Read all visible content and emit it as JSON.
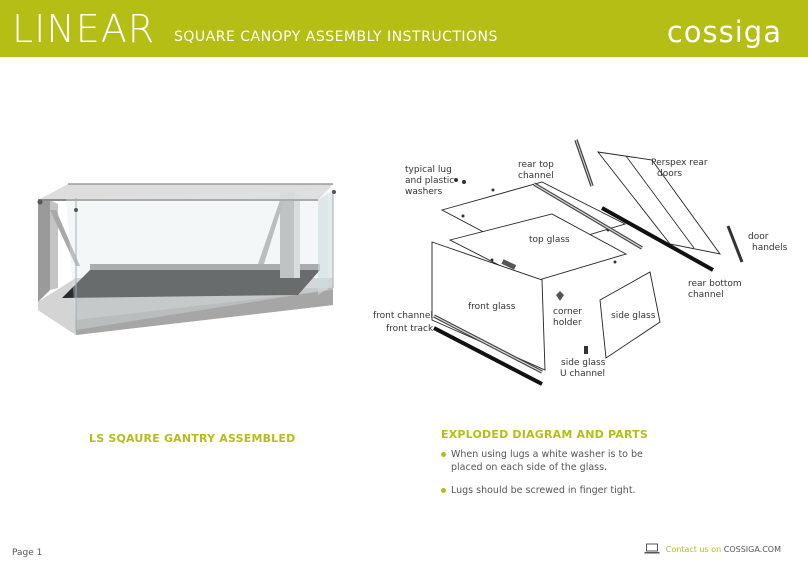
{
  "header": {
    "brand": "LINEAR",
    "title": "SQUARE CANOPY ASSEMBLY INSTRUCTIONS",
    "logo": "cossiga",
    "background": "#b5be14"
  },
  "diagram": {
    "labels": {
      "typical_lug": "typical lug",
      "and_plastic": "and plastic",
      "washers": "washers",
      "rear_top": "rear top",
      "channel_a": "channel",
      "perspex_rear": "Perspex rear",
      "doors": "doors",
      "door": "door",
      "handels": "handels",
      "top_glass": "top glass",
      "rear_bottom": "rear bottom",
      "channel_b": "channel",
      "front_channel": "front channel",
      "front_track": "front track",
      "front_glass": "front glass",
      "corner": "corner",
      "holder": "holder",
      "side_glass": "side glass",
      "side_glass_u": "side glass",
      "u_channel": "U channel"
    }
  },
  "captions": {
    "left": "LS SQAURE GANTRY ASSEMBLED",
    "right": "EXPLODED DIAGRAM AND PARTS"
  },
  "notes": [
    "When using lugs a white washer is to be placed on each side of the glass.",
    "Lugs should be screwed in finger tight."
  ],
  "footer": {
    "page": "Page 1",
    "contact_prefix": "Contact us on",
    "contact_url": "COSSIGA.COM",
    "icon": "laptop-icon"
  },
  "colors": {
    "accent": "#b5be14",
    "text": "#555555"
  }
}
